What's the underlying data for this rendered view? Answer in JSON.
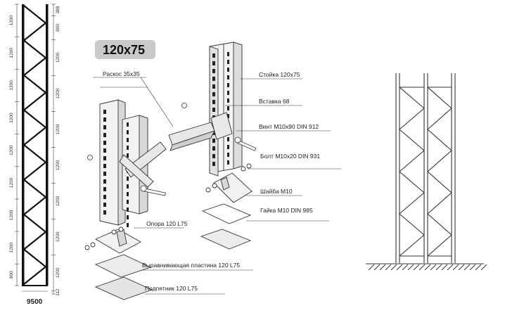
{
  "badge": "120x75",
  "labels": {
    "raskos": "Раскос 35x35",
    "stoika": "Стойка 120x75",
    "vstavka": "Вставка 68",
    "vint": "Винт М10x90 DIN 912",
    "bolt": "Болт М10x20 DIN 931",
    "shaiba": "Шайба М10",
    "gaika": "Гайка М10 DIN 985",
    "opora": "Опора 120 L75",
    "plastina": "Выравнивающая пластина 120 L75",
    "podpyatnik": "Подпятник 120 L75"
  },
  "dimensions": {
    "height_total": "9500",
    "left_segments": [
      "1200",
      "1200",
      "1200",
      "1200",
      "1200",
      "1200",
      "1200",
      "1200",
      "800"
    ],
    "right_segments": [
      "388",
      "800",
      "1200",
      "1200",
      "1200",
      "1200",
      "1200",
      "1200",
      "1200",
      "112"
    ]
  }
}
